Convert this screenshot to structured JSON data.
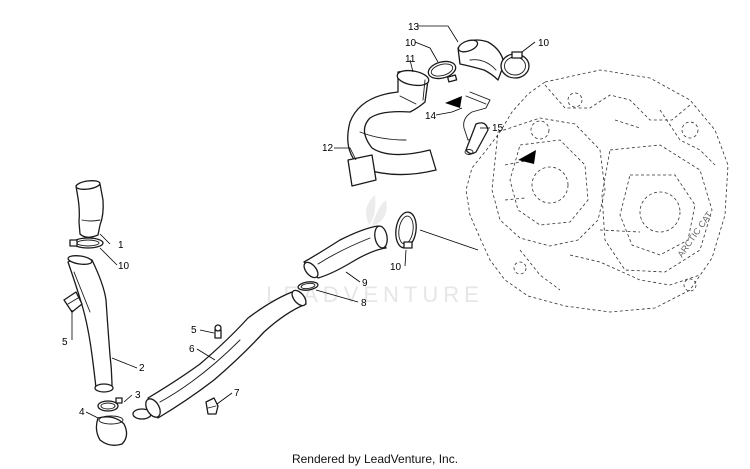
{
  "diagram": {
    "footer": "Rendered by LeadVenture, Inc.",
    "watermark": "LEADVENTURE",
    "callouts": {
      "c1": "1",
      "c2": "2",
      "c3": "3",
      "c4": "4",
      "c5a": "5",
      "c5b": "5",
      "c6": "6",
      "c7": "7",
      "c8": "8",
      "c9": "9",
      "c10a": "10",
      "c10b": "10",
      "c10c": "10",
      "c10d": "10",
      "c11": "11",
      "c12": "12",
      "c13": "13",
      "c14": "14",
      "c15": "15"
    }
  }
}
